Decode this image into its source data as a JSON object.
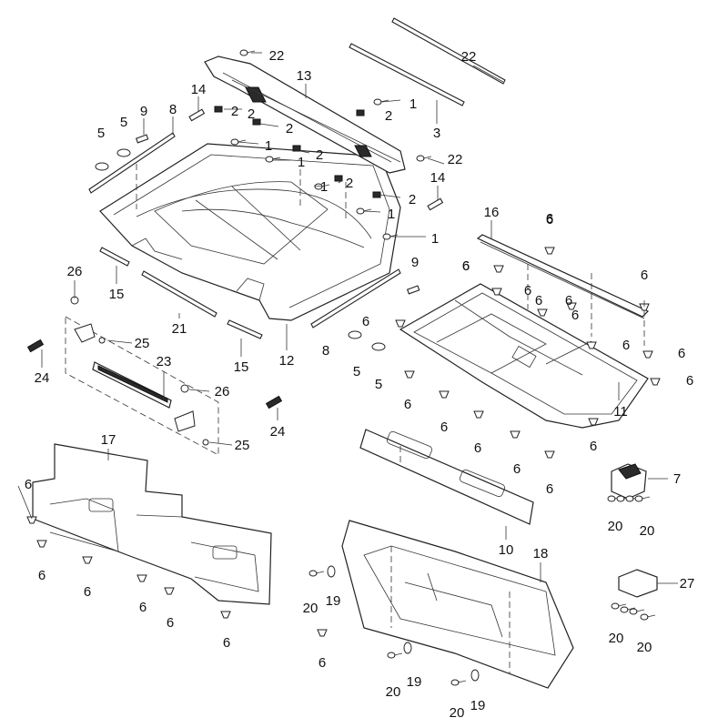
{
  "callouts": [
    {
      "id": "c22a",
      "label": "22"
    },
    {
      "id": "c22b",
      "label": "22"
    },
    {
      "id": "c22c",
      "label": "22"
    },
    {
      "id": "c13",
      "label": "13"
    },
    {
      "id": "c3",
      "label": "3"
    },
    {
      "id": "c14a",
      "label": "14"
    },
    {
      "id": "c14b",
      "label": "14"
    },
    {
      "id": "c9a",
      "label": "9"
    },
    {
      "id": "c9b",
      "label": "9"
    },
    {
      "id": "c8a",
      "label": "8"
    },
    {
      "id": "c8b",
      "label": "8"
    },
    {
      "id": "c5a",
      "label": "5"
    },
    {
      "id": "c5b",
      "label": "5"
    },
    {
      "id": "c5c",
      "label": "5"
    },
    {
      "id": "c5d",
      "label": "5"
    },
    {
      "id": "c2a",
      "label": "2"
    },
    {
      "id": "c2b",
      "label": "2"
    },
    {
      "id": "c2c",
      "label": "2"
    },
    {
      "id": "c2d",
      "label": "2"
    },
    {
      "id": "c2e",
      "label": "2"
    },
    {
      "id": "c2f",
      "label": "2"
    },
    {
      "id": "c2g",
      "label": "2"
    },
    {
      "id": "c1a",
      "label": "1"
    },
    {
      "id": "c1b",
      "label": "1"
    },
    {
      "id": "c1c",
      "label": "1"
    },
    {
      "id": "c1d",
      "label": "1"
    },
    {
      "id": "c1e",
      "label": "1"
    },
    {
      "id": "c1f",
      "label": "1"
    },
    {
      "id": "c16",
      "label": "16"
    },
    {
      "id": "c15a",
      "label": "15"
    },
    {
      "id": "c15b",
      "label": "15"
    },
    {
      "id": "c21",
      "label": "21"
    },
    {
      "id": "c12",
      "label": "12"
    },
    {
      "id": "c26a",
      "label": "26"
    },
    {
      "id": "c26b",
      "label": "26"
    },
    {
      "id": "c25a",
      "label": "25"
    },
    {
      "id": "c25b",
      "label": "25"
    },
    {
      "id": "c23",
      "label": "23"
    },
    {
      "id": "c24a",
      "label": "24"
    },
    {
      "id": "c24b",
      "label": "24"
    },
    {
      "id": "c11",
      "label": "11"
    },
    {
      "id": "c17",
      "label": "17"
    },
    {
      "id": "c10",
      "label": "10"
    },
    {
      "id": "c7",
      "label": "7"
    },
    {
      "id": "c18",
      "label": "18"
    },
    {
      "id": "c27",
      "label": "27"
    },
    {
      "id": "c19a",
      "label": "19"
    },
    {
      "id": "c19b",
      "label": "19"
    },
    {
      "id": "c19c",
      "label": "19"
    },
    {
      "id": "c20a",
      "label": "20"
    },
    {
      "id": "c20b",
      "label": "20"
    },
    {
      "id": "c20c",
      "label": "20"
    },
    {
      "id": "c20d",
      "label": "20"
    },
    {
      "id": "c20e",
      "label": "20"
    },
    {
      "id": "c20f",
      "label": "20"
    },
    {
      "id": "c20g",
      "label": "20"
    },
    {
      "id": "c6a",
      "label": "6"
    },
    {
      "id": "c6b",
      "label": "6"
    },
    {
      "id": "c6c",
      "label": "6"
    },
    {
      "id": "c6d",
      "label": "6"
    },
    {
      "id": "c6e",
      "label": "6"
    },
    {
      "id": "c6f",
      "label": "6"
    },
    {
      "id": "c6g",
      "label": "6"
    },
    {
      "id": "c6h",
      "label": "6"
    },
    {
      "id": "c6i",
      "label": "6"
    },
    {
      "id": "c6j",
      "label": "6"
    },
    {
      "id": "c6k",
      "label": "6"
    },
    {
      "id": "c6l",
      "label": "6"
    },
    {
      "id": "c6m",
      "label": "6"
    },
    {
      "id": "c6n",
      "label": "6"
    },
    {
      "id": "c6o",
      "label": "6"
    },
    {
      "id": "c6p",
      "label": "6"
    },
    {
      "id": "c6q",
      "label": "6"
    },
    {
      "id": "c6r",
      "label": "6"
    },
    {
      "id": "c6s",
      "label": "6"
    },
    {
      "id": "c6t",
      "label": "6"
    },
    {
      "id": "c6u",
      "label": "6"
    },
    {
      "id": "c6v",
      "label": "6"
    },
    {
      "id": "c6w",
      "label": "6"
    },
    {
      "id": "c6x",
      "label": "6"
    },
    {
      "id": "c6y",
      "label": "6"
    },
    {
      "id": "c6z",
      "label": "6"
    }
  ]
}
